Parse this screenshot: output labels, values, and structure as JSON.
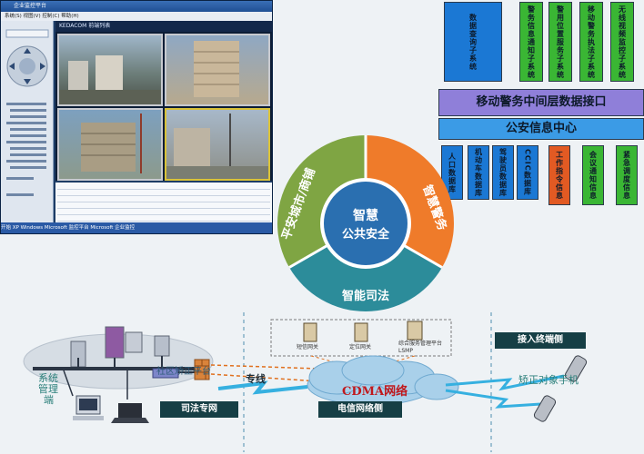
{
  "window": {
    "title": "企业监控平台",
    "menu": "系统(S)  视图(V)  控制(C)  帮助(H)",
    "header_text": "KEDACOM 前端列表",
    "taskbar": "开始  XP Windows  Microsoft  监控平台  Microsoft  企业监控"
  },
  "systems_top": [
    {
      "label": "数据查询子系统",
      "color": "#1b78d4"
    },
    {
      "label": "警务信息通知子系统",
      "color": "#3ab634"
    },
    {
      "label": "警用位置服务子系统",
      "color": "#3ab634"
    },
    {
      "label": "移动警务执法子系统",
      "color": "#3ab634"
    },
    {
      "label": "无线视频监控子系统",
      "color": "#3ab634"
    }
  ],
  "interface_bar": "移动警务中间层数据接口",
  "center_bar": "公安信息中心",
  "databases": [
    {
      "label": "人口数据库",
      "color": "#1b78d4"
    },
    {
      "label": "机动车数据库",
      "color": "#1b78d4"
    },
    {
      "label": "驾驶员数据库",
      "color": "#1b78d4"
    },
    {
      "label": "CCIC数据库",
      "color": "#1b78d4"
    },
    {
      "label": "工作指令信息",
      "color": "#e25a23"
    },
    {
      "label": "会议通知信息",
      "color": "#3ab634"
    },
    {
      "label": "紧急调度信息",
      "color": "#3ab634"
    }
  ],
  "circle": {
    "center_line1": "智慧",
    "center_line2": "公共安全",
    "seg_left": "平安城市/商铺",
    "seg_right": "智慧警务",
    "seg_bottom": "智能司法",
    "colors": {
      "left": "#7fa543",
      "right": "#ef7b2a",
      "bottom": "#2c8c9a",
      "center": "#2a6fb0"
    }
  },
  "network": {
    "servers": [
      "短信网关",
      "定位网关",
      "综合服务管理平台LSMP"
    ],
    "platform_label": "社区矫正平台",
    "system_label_1": "系统",
    "system_label_2": "管理",
    "system_label_3": "端",
    "line_label": "专线",
    "cdma": "CDMA网络",
    "phones_label": "矫正对象手机",
    "section_justice": "司法专网",
    "section_telecom": "电信网络侧",
    "section_terminal": "接入终端侧"
  }
}
